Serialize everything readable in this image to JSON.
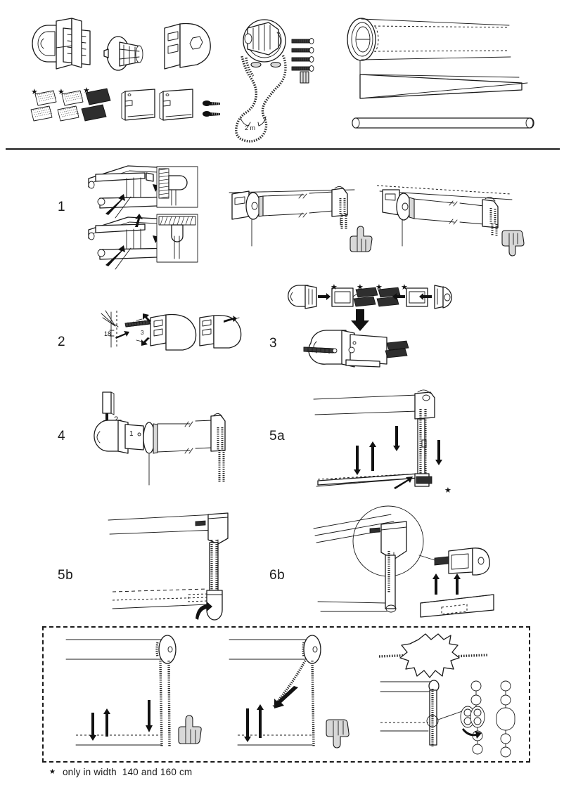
{
  "document": {
    "title": "Roller blind assembly instructions",
    "type": "assembly-instruction-sheet"
  },
  "parts_panel": {
    "name": "parts-overview",
    "items": [
      {
        "id": "bracket-mechanism",
        "label": "chain-mechanism-bracket",
        "starred": false
      },
      {
        "id": "end-pin-plug",
        "label": "end-pin-plug",
        "starred": false
      },
      {
        "id": "side-bracket",
        "label": "side-mounting-bracket",
        "starred": false
      },
      {
        "id": "chain-drive-unit",
        "label": "chain-drive-unit",
        "starred": false
      },
      {
        "id": "adhesive-pads-light",
        "label": "adhesive-pad-pair-light",
        "starred": true
      },
      {
        "id": "adhesive-pads-mid",
        "label": "adhesive-pad-pair-mid",
        "starred": true
      },
      {
        "id": "adhesive-pads-dark",
        "label": "adhesive-pad-pair-dark",
        "starred": true
      },
      {
        "id": "mounting-plate-left",
        "label": "mounting-plate",
        "starred": false
      },
      {
        "id": "mounting-plate-right",
        "label": "mounting-plate",
        "starred": false
      },
      {
        "id": "small-screws",
        "label": "small-screw",
        "count": 2
      },
      {
        "id": "long-screws",
        "label": "long-screw",
        "count": 4
      },
      {
        "id": "wall-plug",
        "label": "wall-plug",
        "count": 1
      },
      {
        "id": "chain-loop",
        "label": "bead-chain",
        "length_label": "2 m"
      },
      {
        "id": "blind-roll",
        "label": "rolled-blind-fabric"
      },
      {
        "id": "bottom-rail",
        "label": "bottom-rail-bar"
      }
    ],
    "chain_length_label": "2 m"
  },
  "steps": [
    {
      "number": "1",
      "name": "step-1",
      "label": "1",
      "description": "choose wall or ceiling mounting position",
      "variants": [
        "wall-mount",
        "ceiling-mount"
      ],
      "verdicts": [
        "thumbs-up",
        "thumbs-down"
      ]
    },
    {
      "number": "2",
      "name": "step-2",
      "label": "2",
      "description": "drill and fix bracket to wall",
      "measure_label": "18"
    },
    {
      "number": "3",
      "name": "step-3",
      "label": "3",
      "description": "attach adhesive pads to bracket plates",
      "starred": true
    },
    {
      "number": "4",
      "name": "step-4",
      "label": "4",
      "description": "insert blind into brackets",
      "order_markers": [
        "1",
        "2"
      ]
    },
    {
      "number": "5a",
      "name": "step-5a",
      "label": "5a",
      "description": "operate blind up and down",
      "starred": true
    },
    {
      "number": "5b",
      "name": "step-5b",
      "label": "5b",
      "description": "bottom rail hook detail"
    },
    {
      "number": "6b",
      "name": "step-6b",
      "label": "6b",
      "description": "attach end cap with adhesive pad"
    }
  ],
  "safety_panel": {
    "name": "safety-warning-box",
    "panels": [
      {
        "id": "safe-chain",
        "verdict": "thumbs-up",
        "description": "chain hangs taut and secured"
      },
      {
        "id": "unsafe-chain",
        "verdict": "thumbs-down",
        "description": "chain pulled sideways"
      },
      {
        "id": "chain-connector",
        "description": "breakaway chain connector detail",
        "burst": true
      }
    ]
  },
  "footnote": {
    "star": "★",
    "text": "only in width  140 and 160 cm"
  }
}
